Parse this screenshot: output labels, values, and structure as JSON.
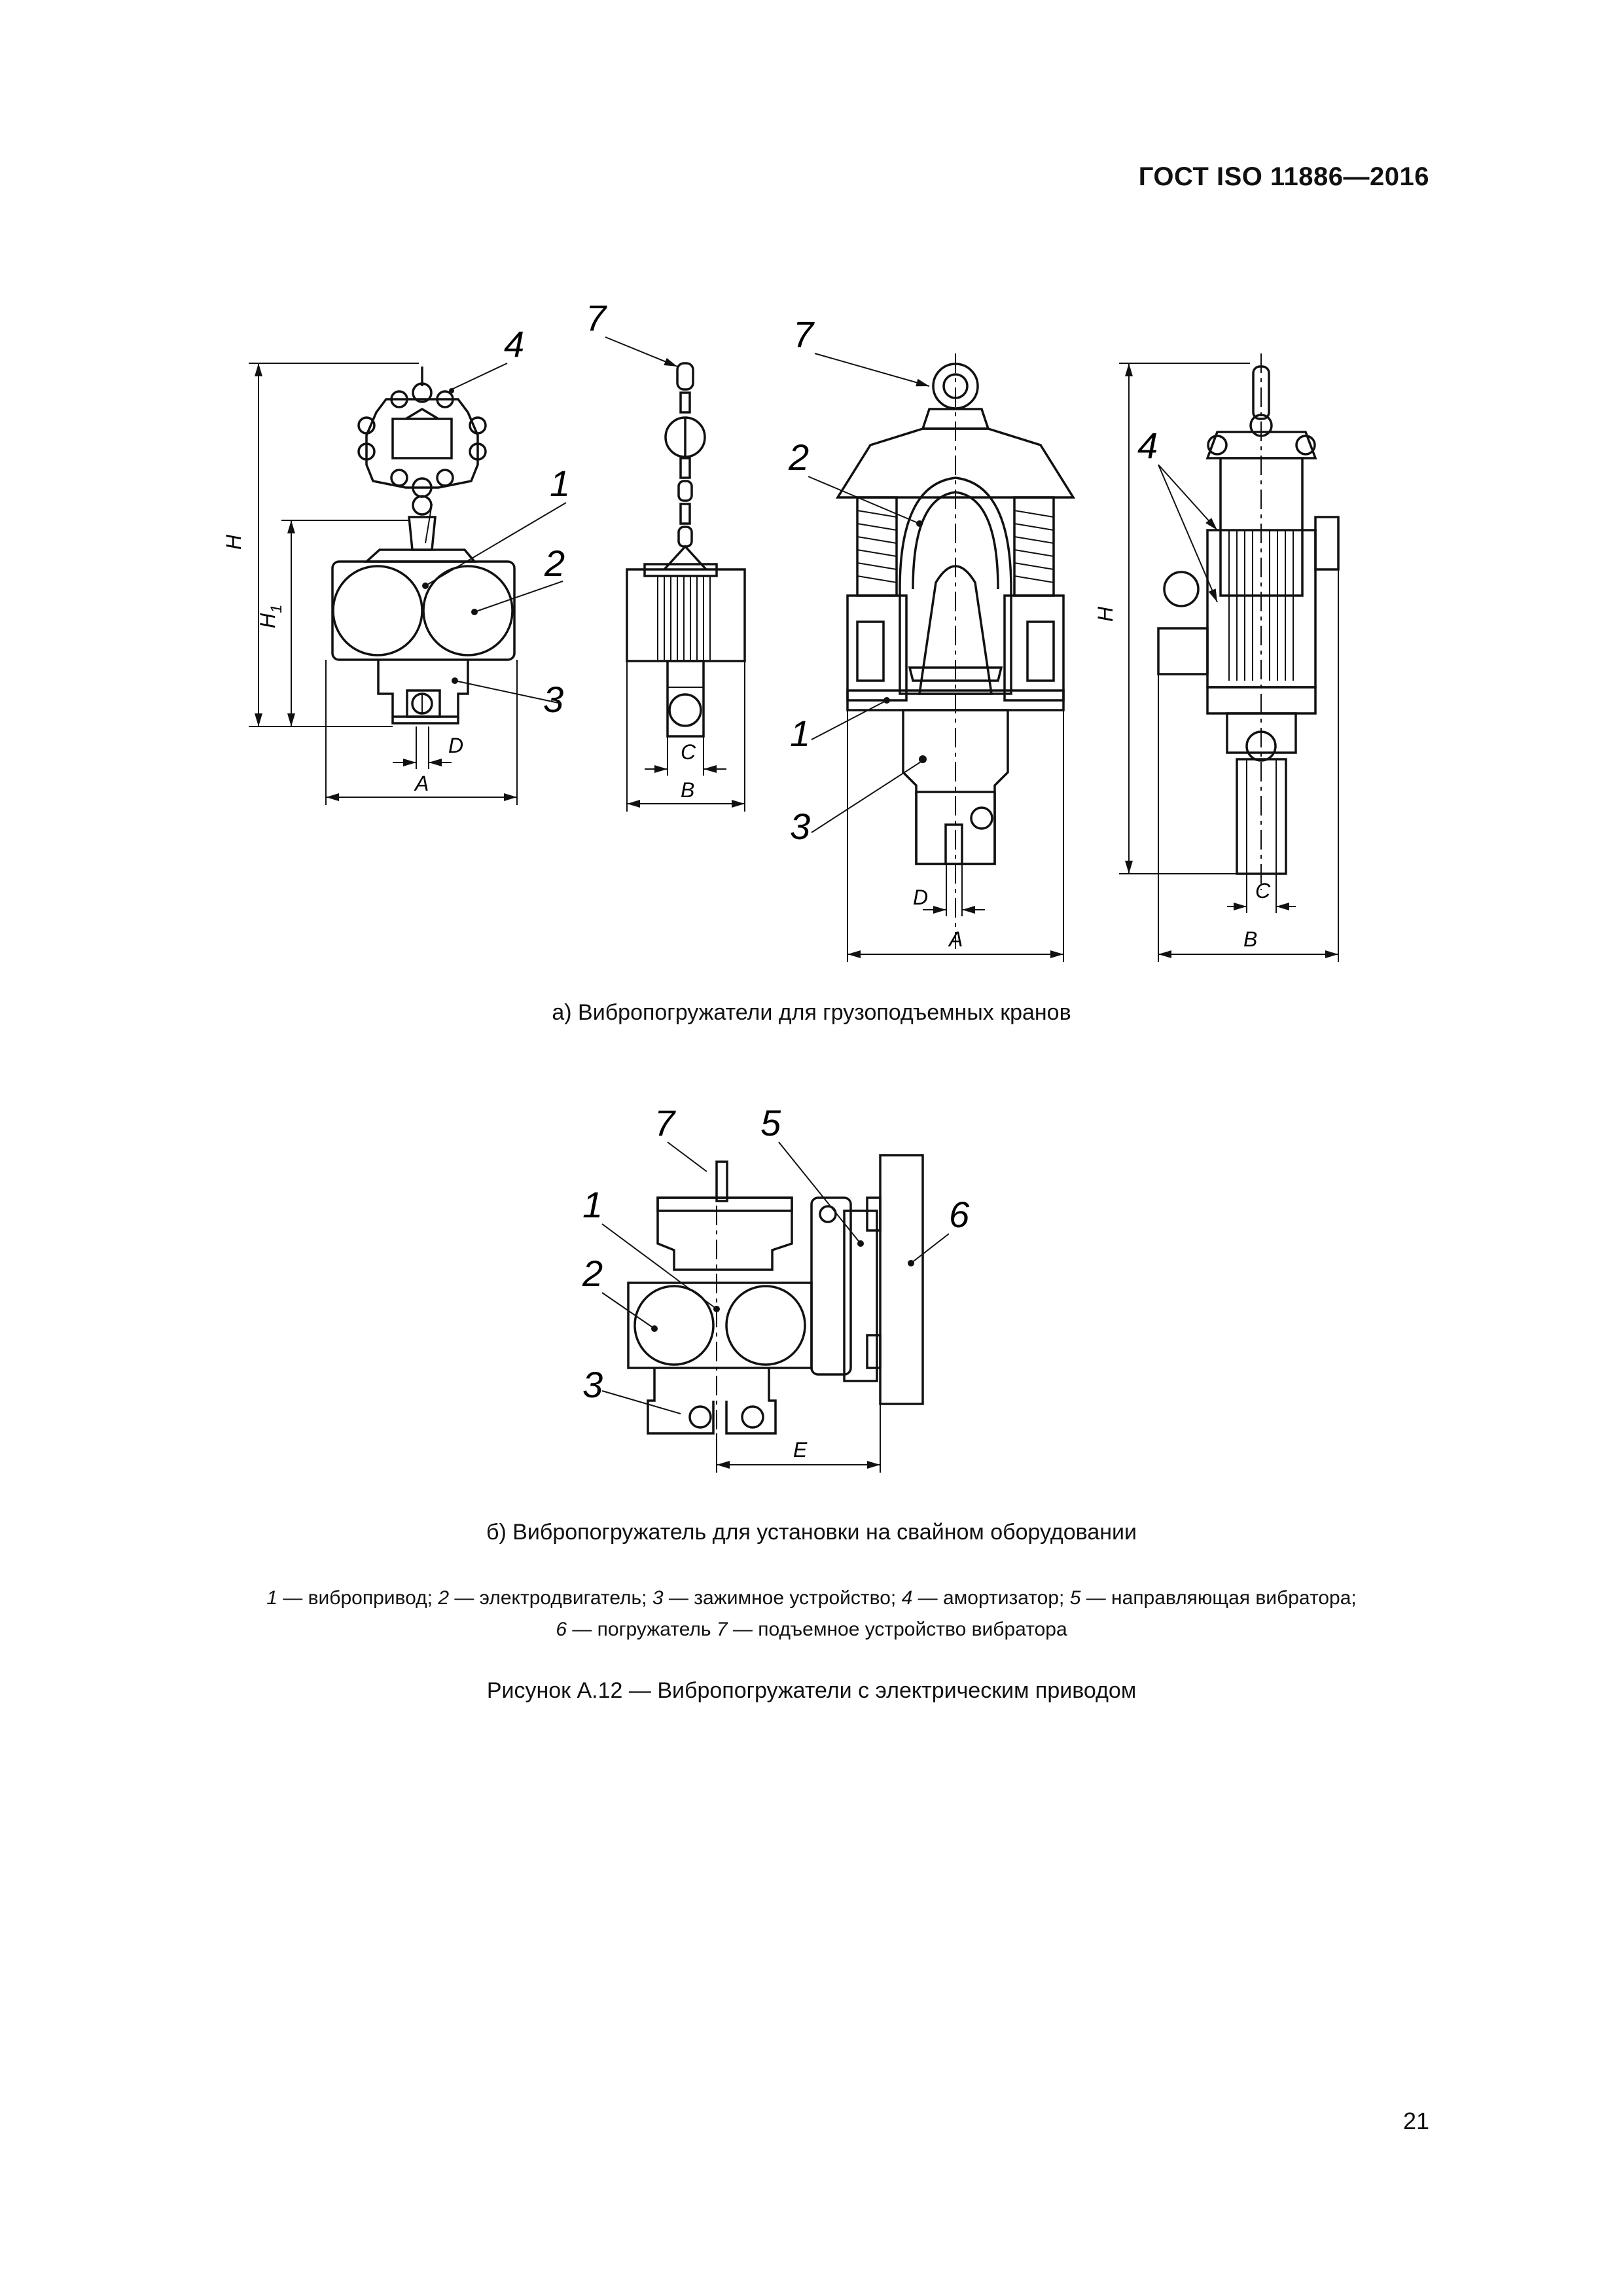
{
  "header": {
    "title": "ГОСТ ISO 11886—2016"
  },
  "figure_a": {
    "caption": "а)  Вибропогружатели для грузоподъемных кранов",
    "callouts": {
      "n1": "1",
      "n2": "2",
      "n3": "3",
      "n4": "4",
      "n7": "7"
    },
    "dimensions": {
      "H": "H",
      "H1": "H",
      "H1_sub": "1",
      "A": "A",
      "B": "B",
      "C": "C",
      "D": "D"
    }
  },
  "figure_b": {
    "caption": "б)  Вибропогружатель для установки на свайном оборудовании",
    "callouts": {
      "n1": "1",
      "n2": "2",
      "n3": "3",
      "n5": "5",
      "n6": "6",
      "n7": "7"
    },
    "dimensions": {
      "E": "E"
    }
  },
  "legend": {
    "line1": [
      {
        "num": "1",
        "text": " — вибропривод; "
      },
      {
        "num": "2",
        "text": " — электродвигатель; "
      },
      {
        "num": "3",
        "text": " — зажимное устройство; "
      },
      {
        "num": "4",
        "text": " — амортизатор; "
      },
      {
        "num": "5",
        "text": " — направляющая вибратора;"
      }
    ],
    "line2": [
      {
        "num": "6",
        "text": " — погружатель "
      },
      {
        "num": "7",
        "text": " — подъемное устройство вибратора"
      }
    ]
  },
  "figure_title": "Рисунок А.12 — Вибропогружатели с электрическим приводом",
  "page_number": "21"
}
